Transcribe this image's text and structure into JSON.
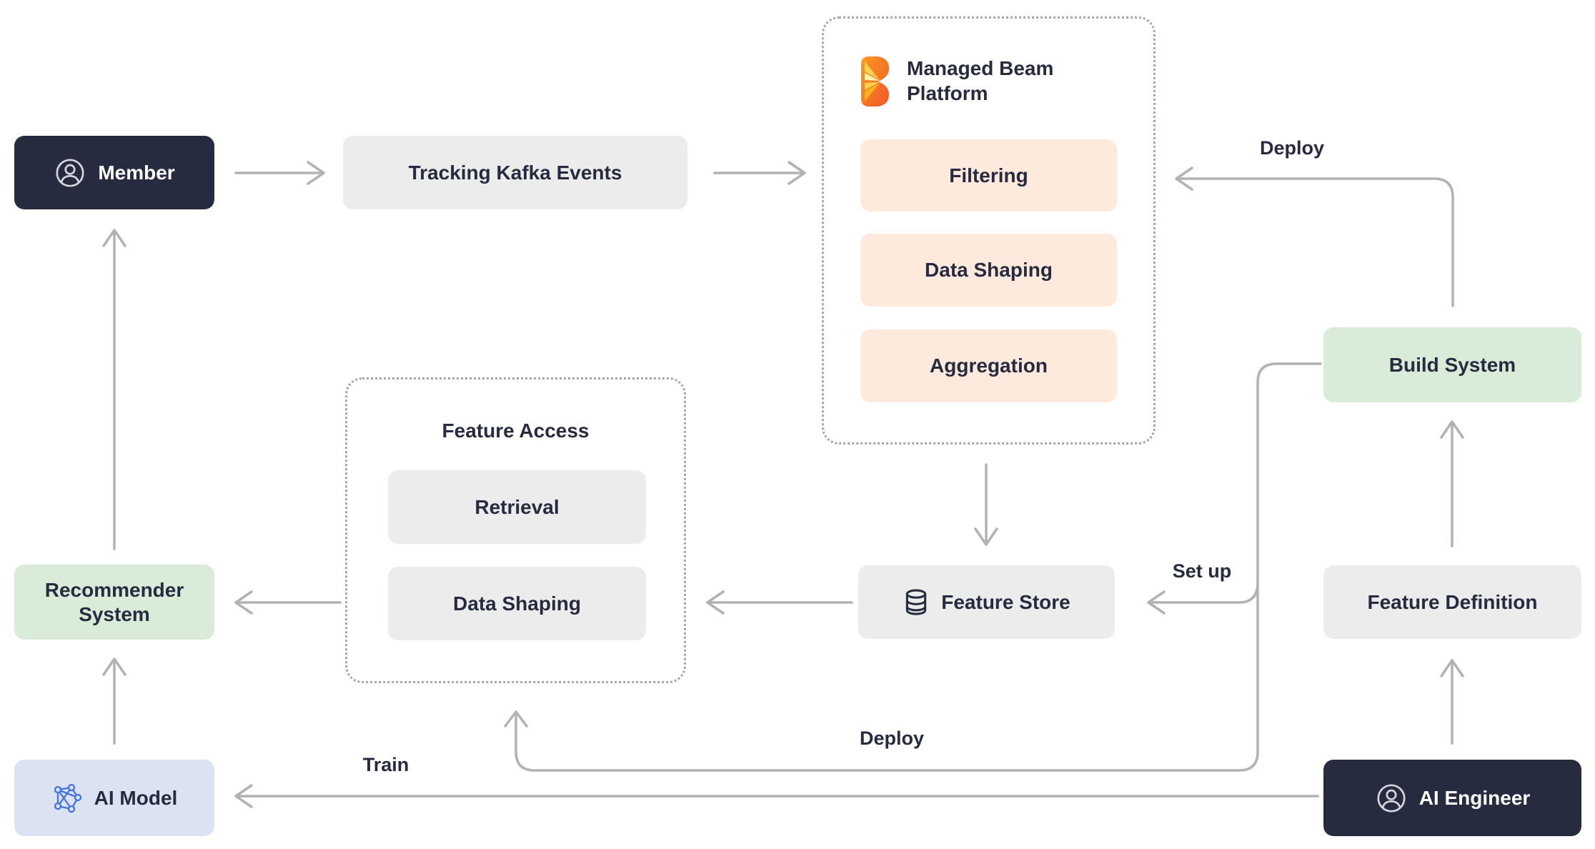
{
  "diagram": {
    "nodes": {
      "member": {
        "label": "Member",
        "icon": "user-circle-icon"
      },
      "tracking_kafka_events": {
        "label": "Tracking Kafka Events"
      },
      "managed_beam_platform": {
        "title": "Managed Beam Platform",
        "icon": "beam-logo",
        "items": [
          "Filtering",
          "Data Shaping",
          "Aggregation"
        ]
      },
      "build_system": {
        "label": "Build System"
      },
      "feature_store": {
        "label": "Feature Store",
        "icon": "database-icon"
      },
      "feature_definition": {
        "label": "Feature Definition"
      },
      "feature_access": {
        "title": "Feature Access",
        "items": [
          "Retrieval",
          "Data Shaping"
        ]
      },
      "recommender_system": {
        "label": "Recommender System"
      },
      "ai_model": {
        "label": "AI Model",
        "icon": "network-icon"
      },
      "ai_engineer": {
        "label": "AI Engineer",
        "icon": "user-circle-icon"
      }
    },
    "edge_labels": {
      "deploy_top": "Deploy",
      "set_up": "Set up",
      "deploy_bottom": "Deploy",
      "train": "Train"
    },
    "colors": {
      "dark": "#272b3f",
      "gray_box": "#ececec",
      "peach_box": "#fdeadc",
      "green_box": "#d9ecd9",
      "lavender_box": "#dde2f3",
      "text": "#272b3f",
      "arrow": "#b2b2b2",
      "dotted_border": "#a6a6a6",
      "icon_blue": "#4273e0",
      "beam_orange": "#f2652a",
      "beam_yellow": "#ffd153"
    }
  }
}
